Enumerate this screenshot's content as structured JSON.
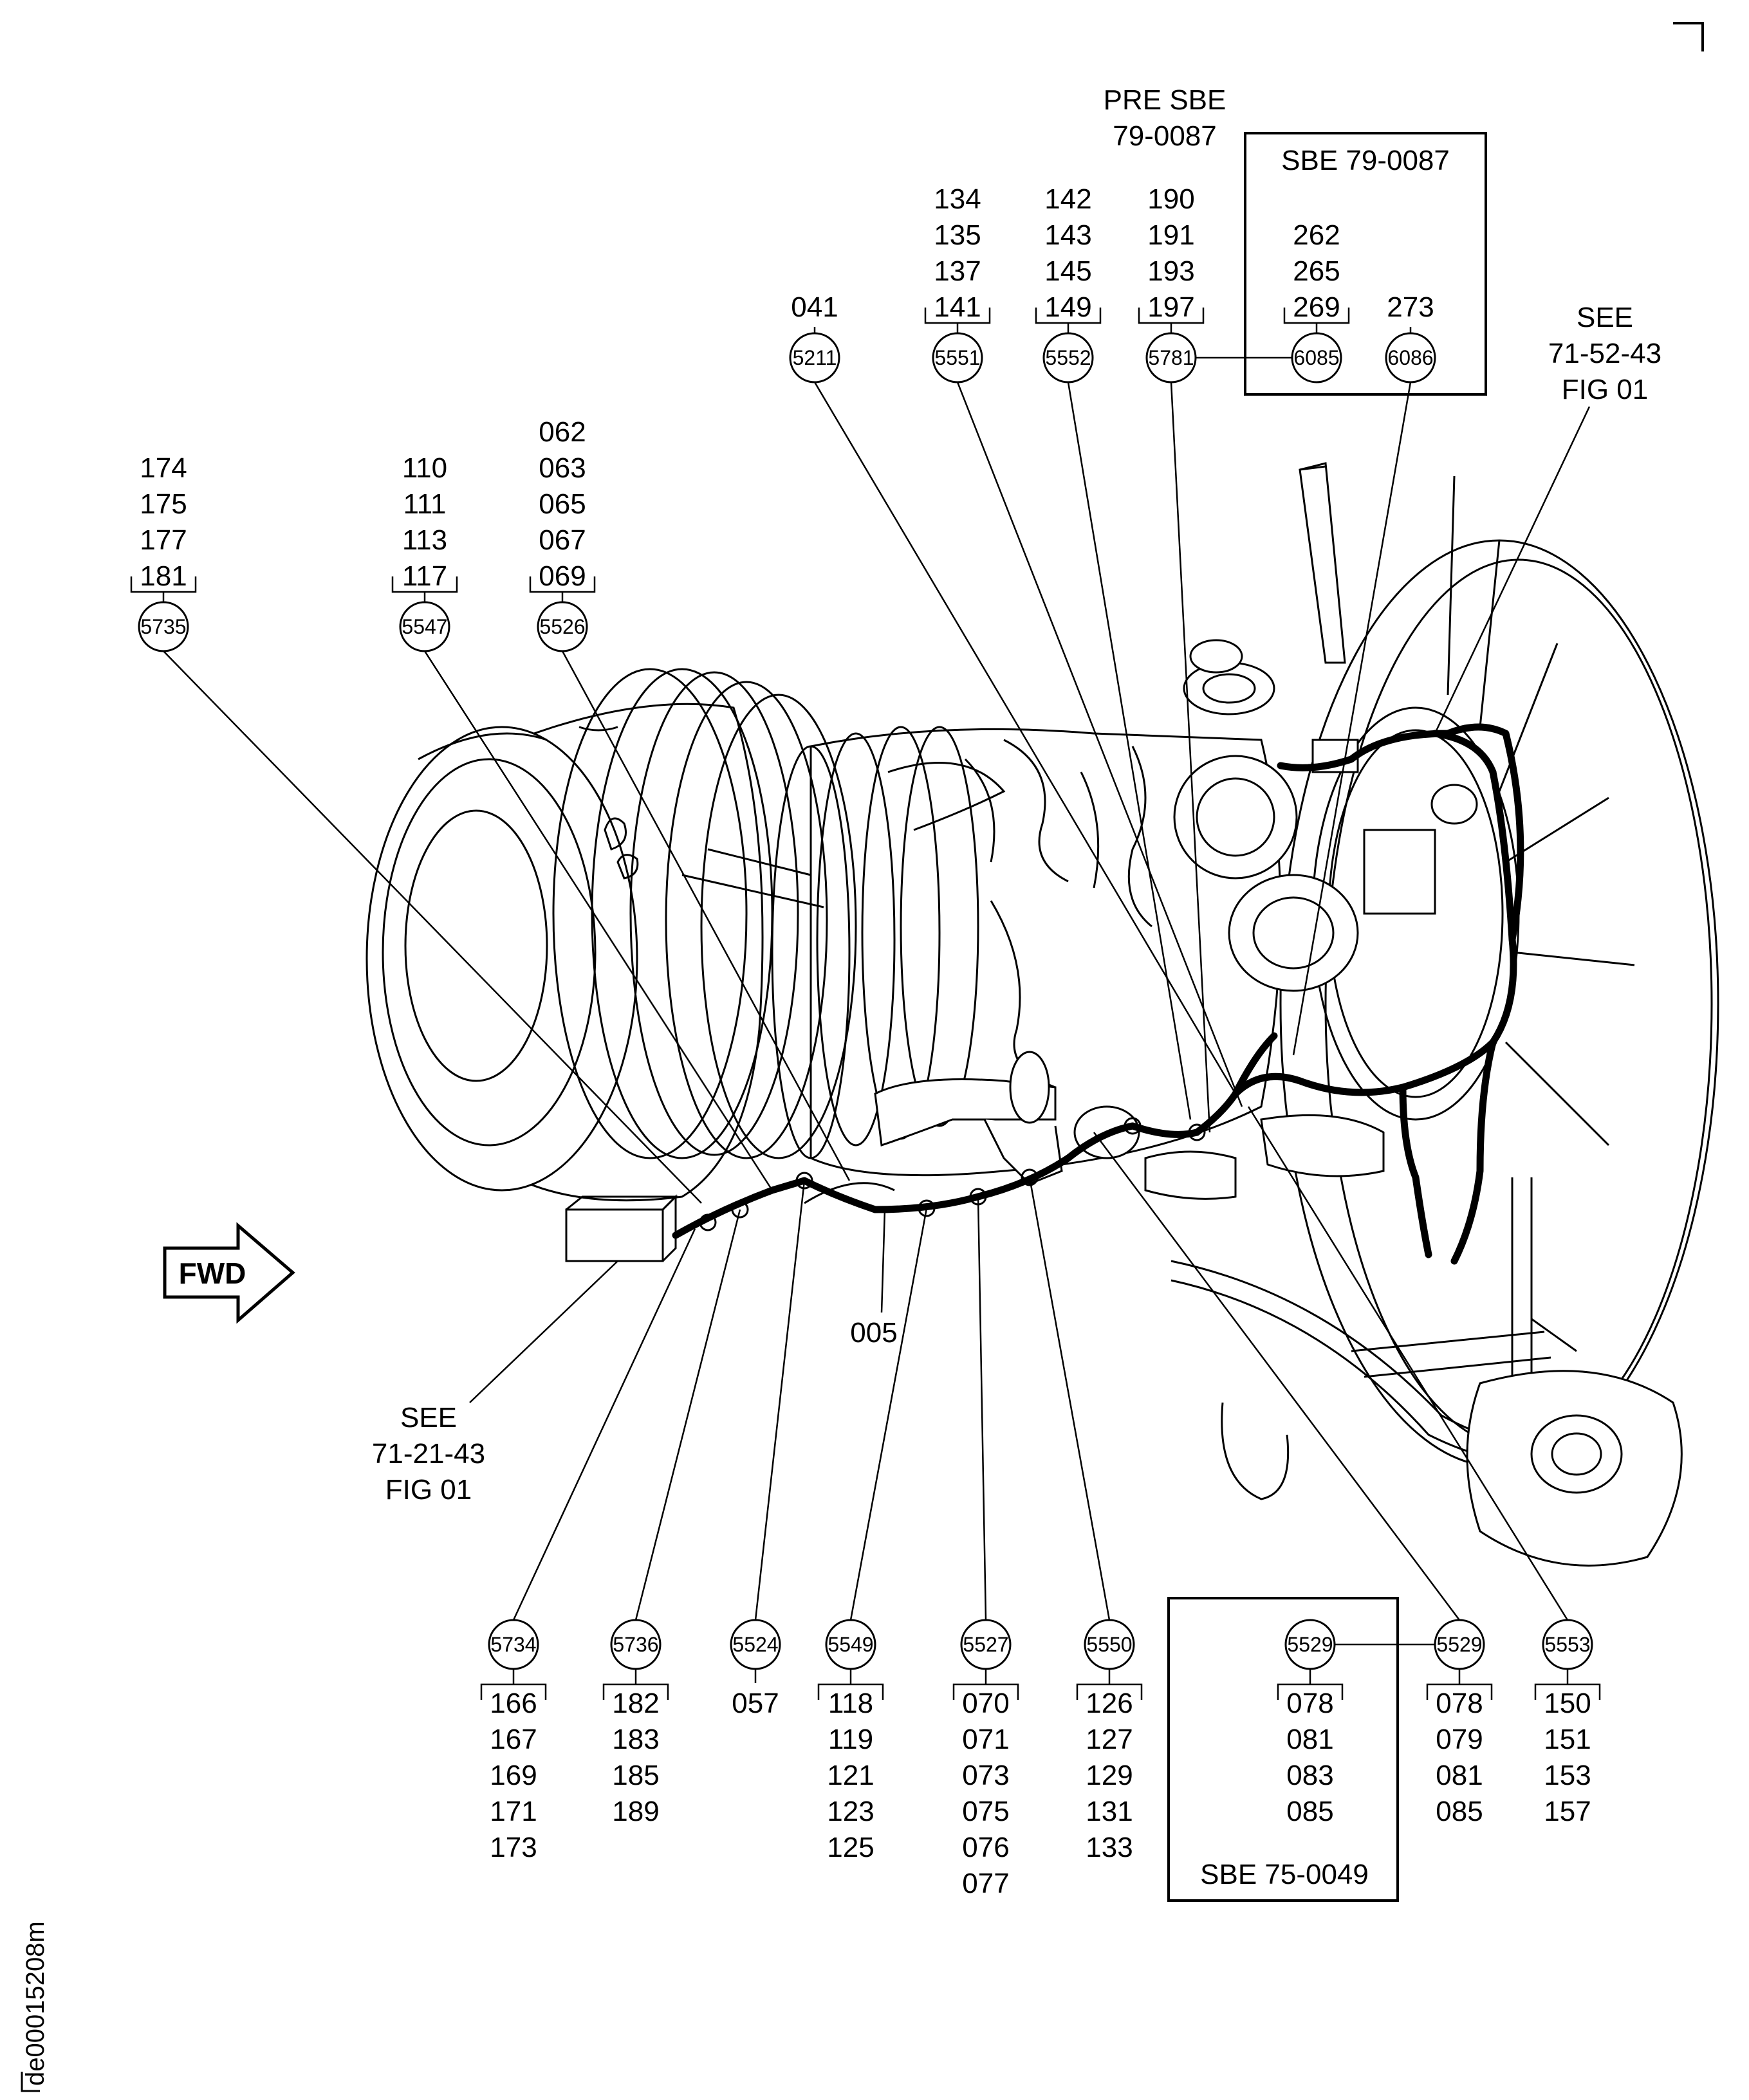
{
  "figure_id": "de00015208m",
  "fwd_label": "FWD",
  "pre_sbe_note": [
    "PRE SBE",
    "79-0087"
  ],
  "top_boxes": [
    {
      "title": "SBE 79-0087"
    }
  ],
  "bottom_boxes": [
    {
      "title": "SBE 75-0049"
    }
  ],
  "see_refs": [
    {
      "lines": [
        "SEE",
        "71-52-43",
        "FIG 01"
      ]
    },
    {
      "lines": [
        "SEE",
        "71-21-43",
        "FIG 01"
      ]
    }
  ],
  "callouts": [
    {
      "id": "5735",
      "items": [
        "174",
        "175",
        "177",
        "181"
      ]
    },
    {
      "id": "5547",
      "items": [
        "110",
        "111",
        "113",
        "117"
      ]
    },
    {
      "id": "5526",
      "items": [
        "062",
        "063",
        "065",
        "067",
        "069"
      ]
    },
    {
      "id": "5211",
      "items": [
        "041"
      ]
    },
    {
      "id": "5551",
      "items": [
        "134",
        "135",
        "137",
        "141"
      ]
    },
    {
      "id": "5552",
      "items": [
        "142",
        "143",
        "145",
        "149"
      ]
    },
    {
      "id": "5781",
      "items": [
        "190",
        "191",
        "193",
        "197"
      ]
    },
    {
      "id": "6085",
      "items": [
        "262",
        "265",
        "269"
      ]
    },
    {
      "id": "6086",
      "items": [
        "273"
      ]
    },
    {
      "id": "5734",
      "items": [
        "166",
        "167",
        "169",
        "171",
        "173"
      ]
    },
    {
      "id": "5736",
      "items": [
        "182",
        "183",
        "185",
        "189"
      ]
    },
    {
      "id": "5524",
      "items": [
        "057"
      ]
    },
    {
      "id": "5549",
      "items": [
        "118",
        "119",
        "121",
        "123",
        "125"
      ]
    },
    {
      "id": "5527",
      "items": [
        "070",
        "071",
        "073",
        "075",
        "076",
        "077"
      ]
    },
    {
      "id": "5550",
      "items": [
        "126",
        "127",
        "129",
        "131",
        "133"
      ]
    },
    {
      "id": "5529",
      "items": [
        "078",
        "081",
        "083",
        "085"
      ]
    },
    {
      "id": "5529",
      "items": [
        "078",
        "079",
        "081",
        "085"
      ]
    },
    {
      "id": "5553",
      "items": [
        "150",
        "151",
        "153",
        "157"
      ]
    }
  ],
  "part_005": "005"
}
